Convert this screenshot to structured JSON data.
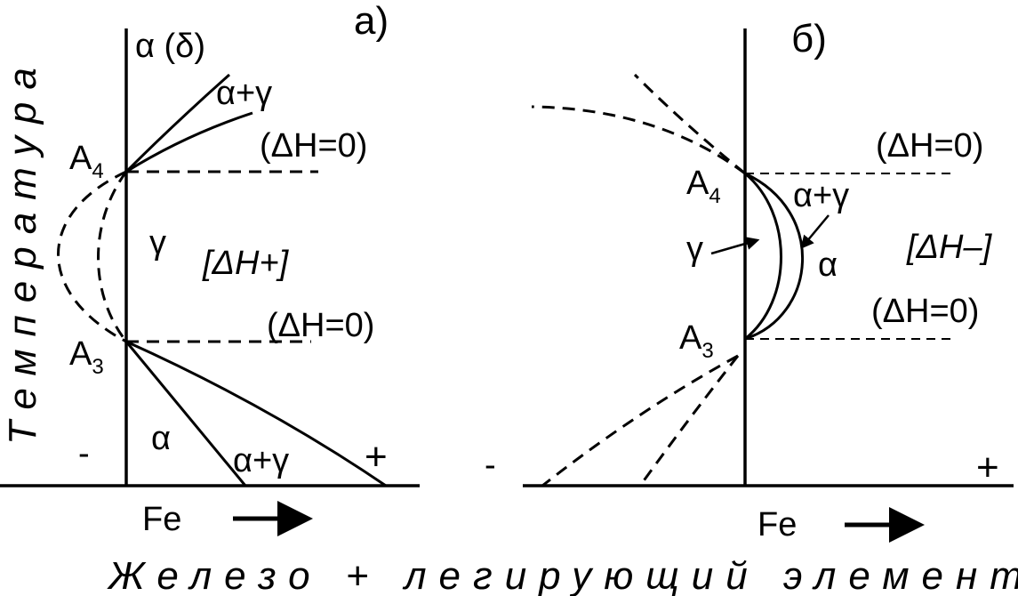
{
  "y_axis_label": "Температура",
  "x_axis_label": "Железо + легирующий элемент",
  "panel_a": {
    "tag": "а)",
    "top_phase": "α (δ)",
    "upper_two_phase": "α+γ",
    "upper_boundary_note": "(ΔH=0)",
    "point_a4": "A",
    "point_a4_sub": "4",
    "gamma_region": "γ",
    "enthalpy_note": "[ΔH+]",
    "lower_boundary_note": "(ΔH=0)",
    "point_a3": "A",
    "point_a3_sub": "3",
    "alpha_region": "α",
    "lower_two_phase": "α+γ",
    "minus_sign": "-",
    "plus_sign": "+",
    "fe_label": "Fe"
  },
  "panel_b": {
    "tag": "б)",
    "upper_boundary_note": "(ΔH=0)",
    "point_a4": "A",
    "point_a4_sub": "4",
    "two_phase": "α+γ",
    "gamma_label": "γ",
    "alpha_label": "α",
    "enthalpy_note": "[ΔH–]",
    "lower_boundary_note": "(ΔH=0)",
    "point_a3": "A",
    "point_a3_sub": "3",
    "minus_sign": "-",
    "plus_sign": "+",
    "fe_label": "Fe"
  }
}
